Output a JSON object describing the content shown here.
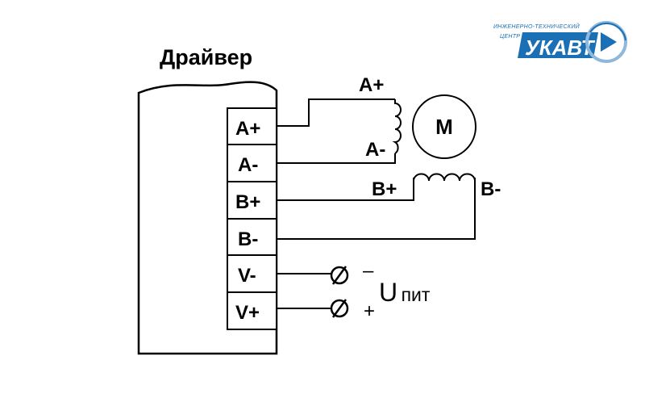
{
  "driver": {
    "title": "Драйвер",
    "terminals": [
      "A+",
      "A-",
      "B+",
      "B-",
      "V-",
      "V+"
    ]
  },
  "motor": {
    "label": "M",
    "coil_a": {
      "plus": "A+",
      "minus": "A-"
    },
    "coil_b": {
      "plus": "B+",
      "minus": "B-"
    }
  },
  "power": {
    "minus_sign": "–",
    "plus_sign": "+",
    "symbol": "U",
    "subscript": "пит"
  },
  "logo": {
    "line1": "ИНЖЕНЕРНО-ТЕХНИЧЕСКИЙ",
    "line2": "ЦЕНТР",
    "brand": "УКАВТ",
    "color": "#1a6fb5"
  }
}
